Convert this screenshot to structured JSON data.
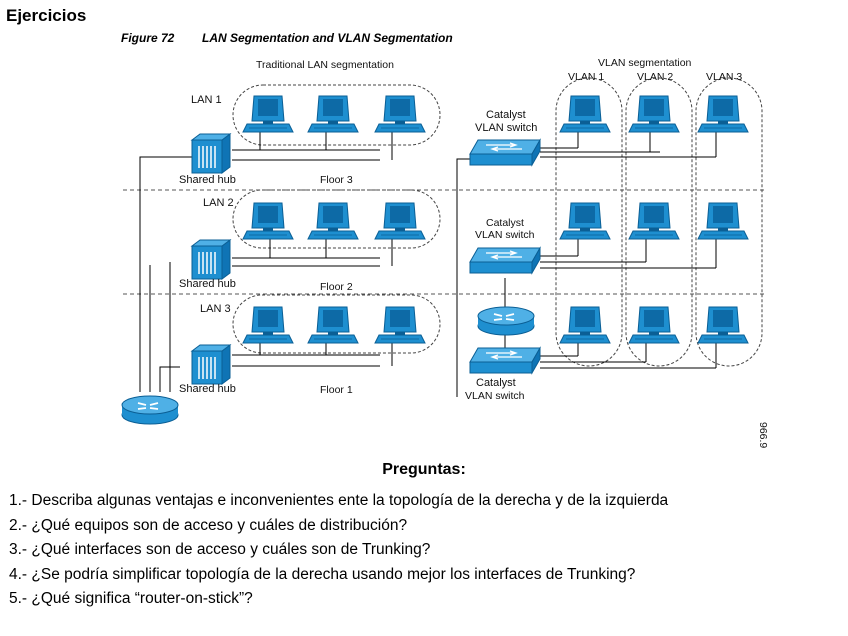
{
  "heading": "Ejercicios",
  "figure": {
    "number": "Figure 72",
    "title": "LAN Segmentation and VLAN Segmentation",
    "left_section_title": "Traditional LAN segmentation",
    "right_section_title": "VLAN segmentation",
    "lans": [
      {
        "label": "LAN 1",
        "hub": "Shared hub",
        "floor": "Floor 3"
      },
      {
        "label": "LAN 2",
        "hub": "Shared hub",
        "floor": "Floor 2"
      },
      {
        "label": "LAN 3",
        "hub": "Shared hub",
        "floor": "Floor 1"
      }
    ],
    "vlans": [
      "VLAN 1",
      "VLAN 2",
      "VLAN 3"
    ],
    "switches": [
      {
        "line1": "Catalyst",
        "line2": "VLAN switch"
      },
      {
        "line1": "Catalyst",
        "line2": "VLAN switch"
      },
      {
        "line1": "Catalyst",
        "line2": "VLAN switch"
      }
    ],
    "figure_id": "966.9"
  },
  "questions": {
    "title": "Preguntas:",
    "items": [
      "1.- Describa algunas ventajas e inconvenientes ente la topología de la derecha y de la izquierda",
      "2.- ¿Qué equipos son de acceso y cuáles de distribución?",
      "3.- ¿Qué interfaces son de acceso y cuáles son de Trunking?",
      "4.- ¿Se podría simplificar topología de la derecha usando mejor los interfaces de Trunking?",
      "5.- ¿Qué significa “router-on-stick”?"
    ]
  },
  "colors": {
    "device_blue": "#1e8fd0",
    "device_dark": "#0b5f95",
    "line": "#000000"
  }
}
